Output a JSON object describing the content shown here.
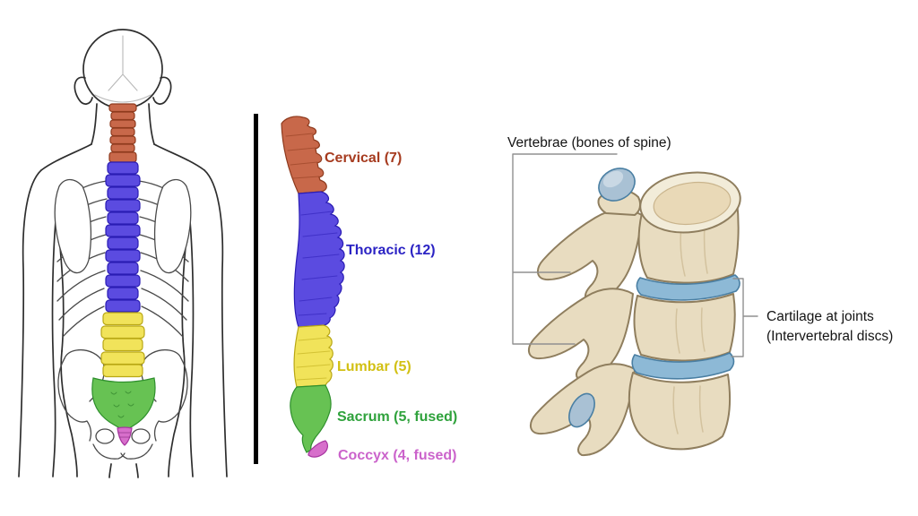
{
  "page": {
    "background": "#ffffff",
    "divider_color": "#000000"
  },
  "spine_regions": [
    {
      "name": "cervical",
      "label": "Cervical (7)",
      "text_color": "#A63B1F",
      "fill": "#C8684A",
      "stroke": "#8E3A1D"
    },
    {
      "name": "thoracic",
      "label": "Thoracic (12)",
      "text_color": "#2B23C4",
      "fill": "#5B4BE0",
      "stroke": "#2A1CB4"
    },
    {
      "name": "lumbar",
      "label": "Lumbar (5)",
      "text_color": "#D2C013",
      "fill": "#F1E35A",
      "stroke": "#B9A715"
    },
    {
      "name": "sacrum",
      "label": "Sacrum (5, fused)",
      "text_color": "#2FA23C",
      "fill": "#67C253",
      "stroke": "#2E8F2C"
    },
    {
      "name": "coccyx",
      "label": "Coccyx (4, fused)",
      "text_color": "#CB63CB",
      "fill": "#D76FCB",
      "stroke": "#A735A0"
    }
  ],
  "right_panel": {
    "title": "Vertebrae (bones of spine)",
    "cartilage_line1": "Cartilage at joints",
    "cartilage_line2": "(Intervertebral discs)",
    "bone_color": "#E8DCC0",
    "bone_face_color": "#F2ECD9",
    "bone_inner_face": "#E9D9B7",
    "bone_stroke": "#8F7E5E",
    "disc_color": "#8DB9D6",
    "disc_stroke": "#4A7FA3",
    "facet_color": "#A9C1D4",
    "facet_highlight": "#CFDCE6",
    "line_color": "#909090"
  }
}
